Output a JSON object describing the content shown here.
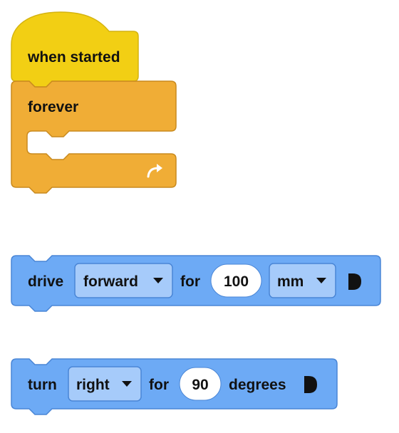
{
  "colors": {
    "event_fill": "#F2CF14",
    "event_stroke": "#D4B310",
    "control_fill": "#F0AD36",
    "control_stroke": "#C98A1E",
    "motion_fill": "#6DAAF5",
    "motion_stroke": "#4A86D6",
    "dropdown_fill": "#A6CBFA",
    "dropdown_stroke": "#4A86D6",
    "input_fill": "#FFFFFF",
    "text": "#111111"
  },
  "blocks": {
    "when_started": {
      "label": "when started"
    },
    "forever": {
      "label": "forever",
      "loop_icon": "loop-arrow-icon"
    },
    "drive": {
      "label": "drive",
      "direction": "forward",
      "for_label": "for",
      "distance": "100",
      "unit": "mm",
      "run_icon": "play-step-icon"
    },
    "turn": {
      "label": "turn",
      "direction": "right",
      "for_label": "for",
      "angle": "90",
      "unit_label": "degrees",
      "run_icon": "play-step-icon"
    }
  }
}
